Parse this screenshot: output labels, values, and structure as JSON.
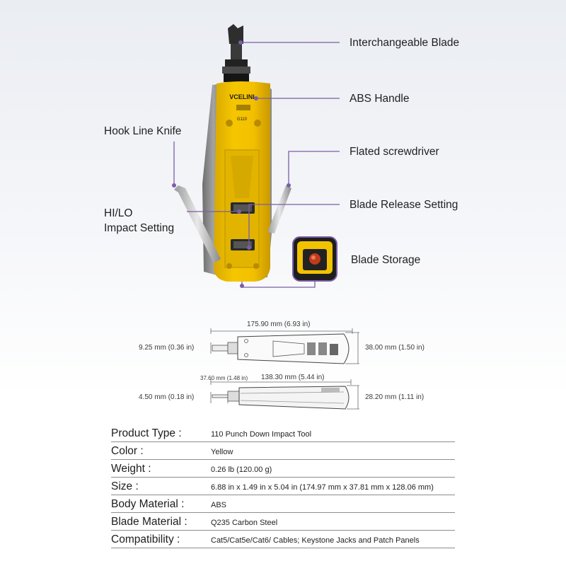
{
  "callouts": {
    "interchangeable_blade": "Interchangeable Blade",
    "abs_handle": "ABS Handle",
    "hook_line_knife": "Hook Line Knife",
    "flated_screwdriver": "Flated screwdriver",
    "blade_release": "Blade Release Setting",
    "impact_line1": "HI/LO",
    "impact_line2": "Impact Setting",
    "blade_storage": "Blade Storage"
  },
  "tool_markings": {
    "brand": "VCELINI",
    "model": "G110"
  },
  "dimensions": {
    "top_length": "175.90 mm (6.93 in)",
    "top_tip": "9.25 mm (0.36 in)",
    "top_height": "38.00 mm (1.50 in)",
    "side_blade": "37.60 mm (1.48 in)",
    "side_body": "138.30 mm (5.44 in)",
    "side_tip": "4.50 mm (0.18 in)",
    "side_height": "28.20 mm (1.11 in)"
  },
  "colors": {
    "accent_purple": "#7b5ea7",
    "tool_yellow": "#f2c200",
    "tool_dark": "#2b2b2b"
  },
  "specs": [
    {
      "label": "Product Type :",
      "value": "110 Punch Down Impact Tool"
    },
    {
      "label": "Color :",
      "value": "Yellow"
    },
    {
      "label": "Weight :",
      "value": "0.26 lb (120.00 g)"
    },
    {
      "label": "Size :",
      "value": "6.88 in x 1.49 in x 5.04 in (174.97 mm x 37.81 mm x 128.06 mm)"
    },
    {
      "label": "Body Material :",
      "value": "ABS"
    },
    {
      "label": "Blade Material :",
      "value": "Q235 Carbon Steel"
    },
    {
      "label": "Compatibility :",
      "value": "Cat5/Cat5e/Cat6/ Cables; Keystone Jacks and Patch Panels"
    }
  ]
}
